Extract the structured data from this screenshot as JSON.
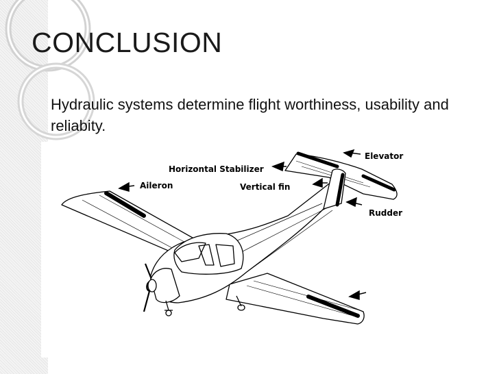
{
  "slide": {
    "title": "CONCLUSION",
    "body": "Hydraulic systems determine flight worthiness, usability and reliabity."
  },
  "figure": {
    "labels": {
      "elevator": "Elevator",
      "horizontal_stabilizer": "Horizontal Stabilizer",
      "vertical_fin": "Vertical fin",
      "aileron": "Aileron",
      "rudder": "Rudder"
    }
  }
}
